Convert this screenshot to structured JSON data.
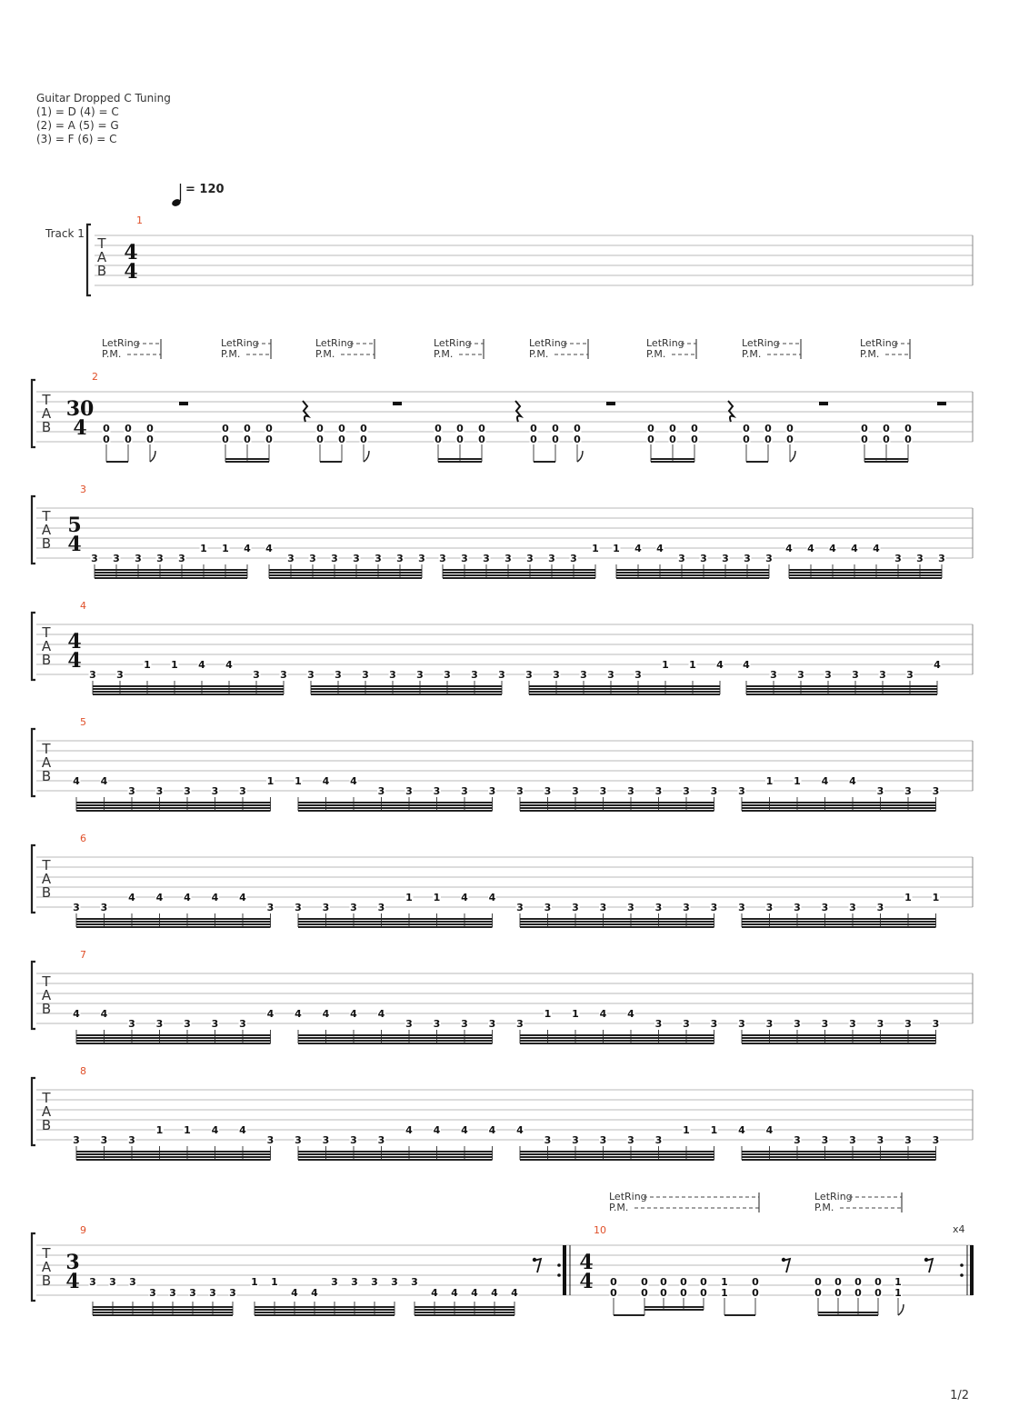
{
  "header": {
    "tuning_title": "Guitar Dropped C Tuning",
    "tuning_lines": [
      "(1) = D (4) = C",
      "(2) = A (5) = G",
      "(3) = F (6) = C"
    ],
    "tempo_text": "= 120",
    "track_label": "Track 1"
  },
  "footer": {
    "page_number": "1/2",
    "repeat_count": "x4"
  },
  "labels": {
    "let_ring": "LetRing",
    "palm_mute": "P.M.",
    "tab_letters": [
      "T",
      "A",
      "B"
    ]
  },
  "measures": [
    {
      "number": "1",
      "time_signature": [
        "4",
        "4"
      ],
      "content": "empty"
    },
    {
      "number": "2",
      "time_signature": [
        "30",
        "4"
      ],
      "groups": [
        {
          "string": 6,
          "notes": [
            "0",
            "0",
            "0"
          ],
          "rest": "half"
        },
        {
          "string": 6,
          "notes": [
            "0",
            "0",
            "0"
          ],
          "rest": "quarter"
        },
        {
          "string": 6,
          "notes": [
            "0",
            "0",
            "0"
          ],
          "rest": "half"
        },
        {
          "string": 6,
          "notes": [
            "0",
            "0",
            "0"
          ],
          "rest": "quarter"
        },
        {
          "string": 6,
          "notes": [
            "0",
            "0",
            "0"
          ],
          "rest": "half"
        },
        {
          "string": 6,
          "notes": [
            "0",
            "0",
            "0"
          ],
          "rest": "quarter"
        },
        {
          "string": 6,
          "notes": [
            "0",
            "0",
            "0"
          ],
          "rest": "half"
        },
        {
          "string": 6,
          "notes": [
            "0",
            "0",
            "0"
          ],
          "rest": "half"
        }
      ]
    },
    {
      "number": "3",
      "time_signature": [
        "5",
        "4"
      ],
      "beats": [
        [
          "3",
          "3",
          "3",
          "3",
          "3",
          "1",
          "1",
          "4"
        ],
        [
          "4",
          "3",
          "3",
          "3",
          "3",
          "3",
          "3",
          "3"
        ],
        [
          "3",
          "3",
          "3",
          "3",
          "3",
          "3",
          "3",
          "1"
        ],
        [
          "1",
          "4",
          "4",
          "3",
          "3",
          "3",
          "3",
          "3"
        ],
        [
          "4",
          "4",
          "4",
          "4",
          "4",
          "3",
          "3",
          "3"
        ]
      ]
    },
    {
      "number": "4",
      "time_signature": [
        "4",
        "4"
      ],
      "beats": [
        [
          "3",
          "3",
          "1",
          "1",
          "4",
          "4",
          "3",
          "3"
        ],
        [
          "3",
          "3",
          "3",
          "3",
          "3",
          "3",
          "3",
          "3"
        ],
        [
          "3",
          "3",
          "3",
          "3",
          "3",
          "1",
          "1",
          "4"
        ],
        [
          "4",
          "3",
          "3",
          "3",
          "3",
          "3",
          "3",
          "4"
        ]
      ]
    },
    {
      "number": "5",
      "beats": [
        [
          "4",
          "4",
          "3",
          "3",
          "3",
          "3",
          "3",
          "1"
        ],
        [
          "1",
          "4",
          "4",
          "3",
          "3",
          "3",
          "3",
          "3"
        ],
        [
          "3",
          "3",
          "3",
          "3",
          "3",
          "3",
          "3",
          "3"
        ],
        [
          "3",
          "1",
          "1",
          "4",
          "4",
          "3",
          "3",
          "3"
        ]
      ]
    },
    {
      "number": "6",
      "beats": [
        [
          "3",
          "3",
          "4",
          "4",
          "4",
          "4",
          "4",
          "3"
        ],
        [
          "3",
          "3",
          "3",
          "3",
          "1",
          "1",
          "4",
          "4"
        ],
        [
          "3",
          "3",
          "3",
          "3",
          "3",
          "3",
          "3",
          "3"
        ],
        [
          "3",
          "3",
          "3",
          "3",
          "3",
          "3",
          "1",
          "1"
        ]
      ]
    },
    {
      "number": "7",
      "beats": [
        [
          "4",
          "4",
          "3",
          "3",
          "3",
          "3",
          "3",
          "4"
        ],
        [
          "4",
          "4",
          "4",
          "4",
          "3",
          "3",
          "3",
          "3"
        ],
        [
          "3",
          "1",
          "1",
          "4",
          "4",
          "3",
          "3",
          "3"
        ],
        [
          "3",
          "3",
          "3",
          "3",
          "3",
          "3",
          "3",
          "3"
        ]
      ]
    },
    {
      "number": "8",
      "beats": [
        [
          "3",
          "3",
          "3",
          "1",
          "1",
          "4",
          "4",
          "3"
        ],
        [
          "3",
          "3",
          "3",
          "3",
          "4",
          "4",
          "4",
          "4"
        ],
        [
          "4",
          "3",
          "3",
          "3",
          "3",
          "3",
          "1",
          "1"
        ],
        [
          "4",
          "4",
          "3",
          "3",
          "3",
          "3",
          "3",
          "3"
        ]
      ]
    },
    {
      "number": "9",
      "time_signature": [
        "3",
        "4"
      ],
      "beats": [
        [
          "3",
          "3",
          "3",
          "3",
          "3",
          "3",
          "3",
          "3"
        ],
        [
          "1",
          "1",
          "4",
          "4",
          "3",
          "3",
          "3",
          "3"
        ],
        [
          "3",
          "4",
          "4",
          "4",
          "4",
          "4"
        ]
      ]
    },
    {
      "number": "10",
      "time_signature": [
        "4",
        "4"
      ],
      "chords": [
        {
          "string5": "0",
          "string6": "0"
        },
        {
          "string5": "0",
          "string6": "0"
        },
        {
          "string5": "0",
          "string6": "0"
        },
        {
          "string5": "0",
          "string6": "0"
        },
        {
          "string5": "0",
          "string6": "0"
        },
        {
          "string5": "1",
          "string6": "1"
        },
        {
          "string5": "0",
          "string6": "0"
        },
        {
          "string5": "0",
          "string6": "0"
        },
        {
          "string5": "0",
          "string6": "0"
        },
        {
          "string5": "0",
          "string6": "0"
        },
        {
          "string5": "0",
          "string6": "0"
        },
        {
          "string5": "1",
          "string6": "1"
        }
      ]
    }
  ]
}
